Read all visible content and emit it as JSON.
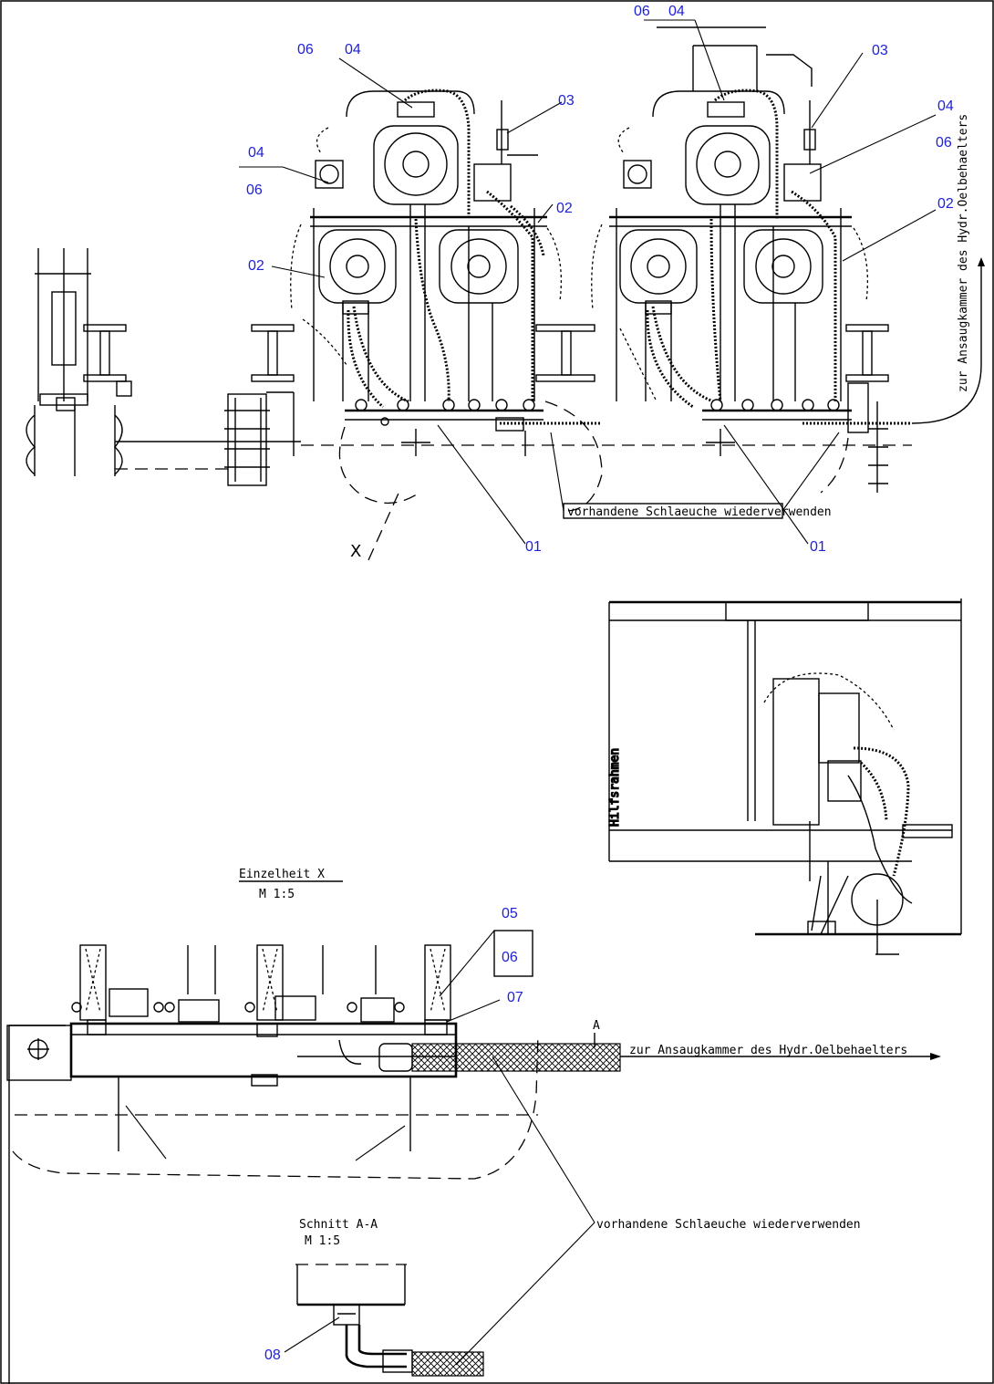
{
  "callouts": {
    "c06_top_left": "06",
    "c04_top_left": "04",
    "c03_top_left": "03",
    "c04_left": "04",
    "c06_left": "06",
    "c02_left": "02",
    "c02_mid": "02",
    "c01_left": "01",
    "c06_top_right": "06",
    "c04_top_right": "04",
    "c03_top_right": "03",
    "c04_right": "04",
    "c06_right": "06",
    "c02_right": "02",
    "c01_right": "01",
    "c05_detail": "05",
    "c06_detail": "06",
    "c07_detail": "07",
    "c08_section": "08"
  },
  "labels": {
    "detail_marker": "X",
    "reuse_note_top": "vorhandene Schlaeuche wiederverwenden",
    "reuse_note_bottom": "vorhandene Schlaeuche wiederverwenden",
    "detail_title": "Einzelheit X",
    "detail_scale": "M 1:5",
    "section_title": "Schnitt A-A",
    "section_scale": "M 1:5",
    "hose_route_note": "zur Ansaugkammer des Hydr.Oelbehaelters",
    "side_note": "zur Ansaugkammer des Hydr.Oelbehaelters",
    "side_view_note": "Hilfsrahmen",
    "section_mark": "A"
  },
  "colors": {
    "callout": "#1f22d6",
    "line": "#000000",
    "background": "#ffffff"
  }
}
